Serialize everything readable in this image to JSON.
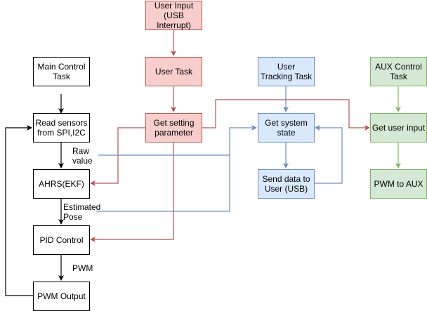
{
  "nodes": {
    "user_input": "User Input\n(USB\nInterrupt)",
    "main_control_task": "Main Control\nTask",
    "user_task": "User Task",
    "user_tracking_task": "User\nTracking Task",
    "aux_control_task": "AUX Control\nTask",
    "read_sensors": "Read sensors\nfrom SPI,I2C",
    "get_setting_parameter": "Get setting\nparameter",
    "get_system_state": "Get system\nstate",
    "get_user_input": "Get user input",
    "ahrs": "AHRS(EKF)",
    "send_data": "Send data to\nUser (USB)",
    "pwm_to_aux": "PWM to AUX",
    "pid_control": "PID Control",
    "pwm_output": "PWM Output"
  },
  "edge_labels": {
    "raw_value": "Raw\nvalue",
    "estimated_pose": "Estimated\nPose",
    "pwm": "PWM"
  },
  "colors": {
    "black_line": "#000000",
    "red_line": "#b85450",
    "blue_line": "#6c8ebf",
    "green_line": "#82b366"
  }
}
